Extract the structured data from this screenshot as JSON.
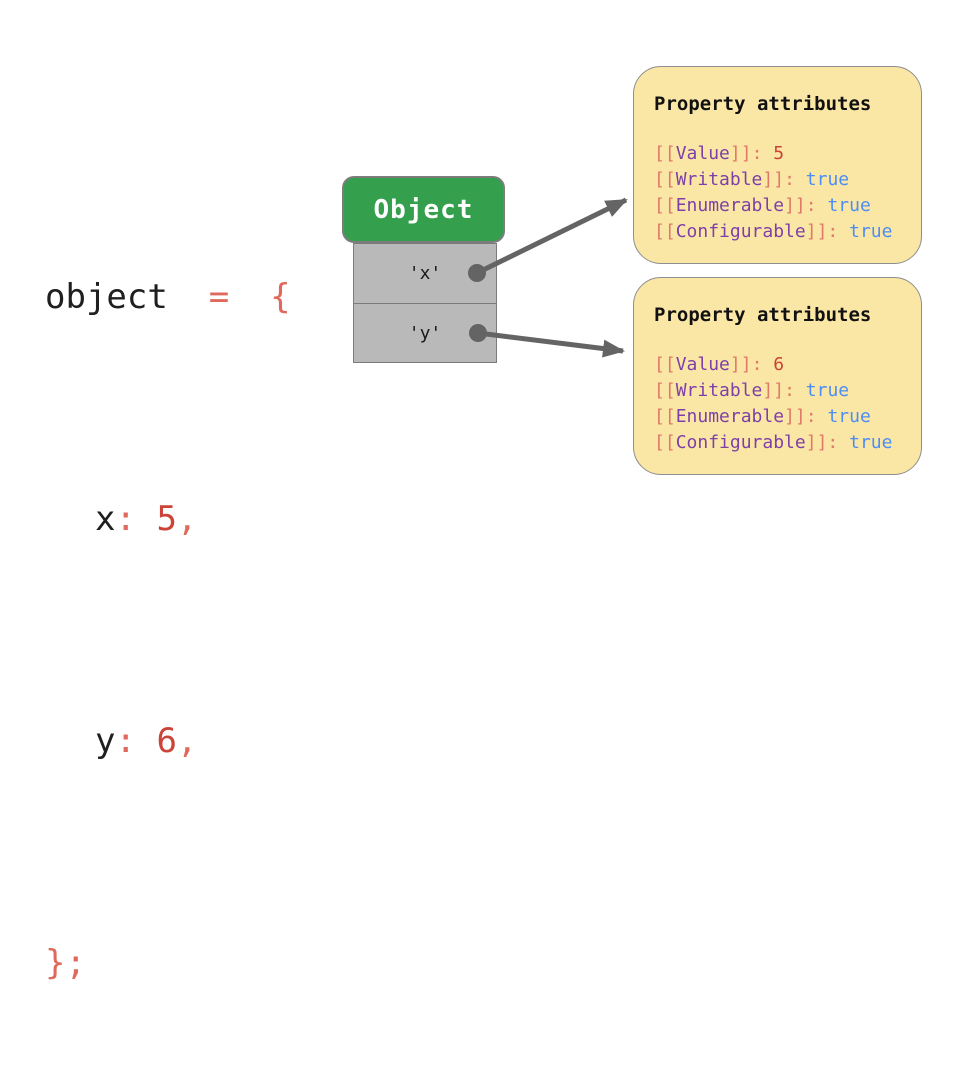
{
  "code": {
    "lines": [
      {
        "parts": [
          {
            "text": "object",
            "role": "plain"
          },
          {
            "text": "  =  {",
            "role": "punct"
          }
        ]
      },
      {
        "parts": [
          {
            "text": "x",
            "role": "plain"
          },
          {
            "text": ": ",
            "role": "punct"
          },
          {
            "text": "5",
            "role": "number"
          },
          {
            "text": ",",
            "role": "punct"
          }
        ]
      },
      {
        "parts": [
          {
            "text": "y",
            "role": "plain"
          },
          {
            "text": ": ",
            "role": "punct"
          },
          {
            "text": "6",
            "role": "number"
          },
          {
            "text": ",",
            "role": "punct"
          }
        ]
      },
      {
        "parts": [
          {
            "text": "};",
            "role": "punct"
          }
        ]
      }
    ]
  },
  "object_box": {
    "title": "Object",
    "properties": [
      {
        "key": "'x'"
      },
      {
        "key": "'y'"
      }
    ]
  },
  "syntax": {
    "open": "[[",
    "close": "]]",
    "colon": ": "
  },
  "notes": [
    {
      "title": "Property attributes",
      "attributes": [
        {
          "name": "Value",
          "value": "5",
          "kind": "number"
        },
        {
          "name": "Writable",
          "value": "true",
          "kind": "boolean"
        },
        {
          "name": "Enumerable",
          "value": "true",
          "kind": "boolean"
        },
        {
          "name": "Configurable",
          "value": "true",
          "kind": "boolean"
        }
      ]
    },
    {
      "title": "Property attributes",
      "attributes": [
        {
          "name": "Value",
          "value": "6",
          "kind": "number"
        },
        {
          "name": "Writable",
          "value": "true",
          "kind": "boolean"
        },
        {
          "name": "Enumerable",
          "value": "true",
          "kind": "boolean"
        },
        {
          "name": "Configurable",
          "value": "true",
          "kind": "boolean"
        }
      ]
    }
  ],
  "colors": {
    "header_green": "#34a04e",
    "code_black": "#1f1f1f",
    "punctuation_salmon": "#e0695c",
    "number_red": "#cc4437",
    "attr_name_purple": "#7e3fa8",
    "boolean_blue": "#4c8df5",
    "note_background": "#fbe7a5",
    "table_gray": "#b9b9b9",
    "arrow_gray": "#646464"
  }
}
